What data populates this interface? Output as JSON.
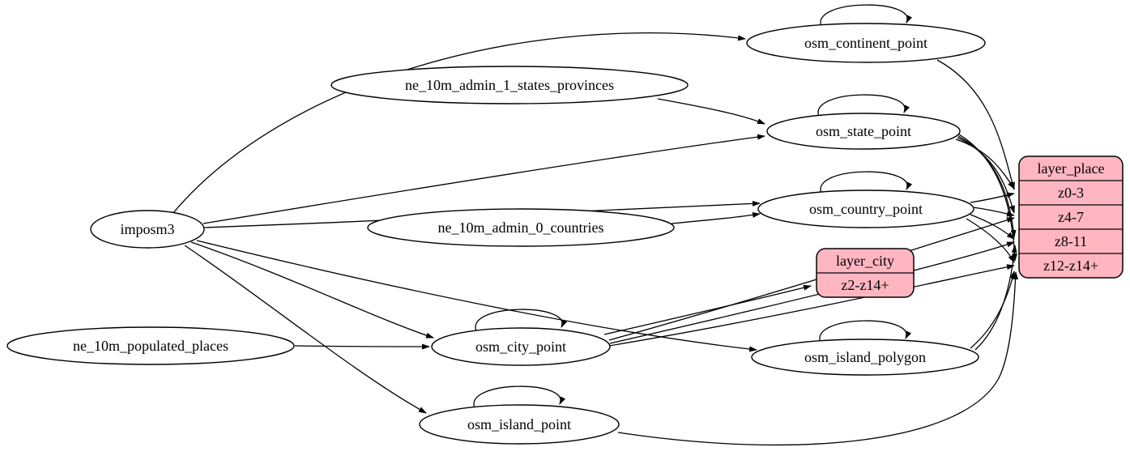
{
  "diagram": {
    "type": "etl-graph",
    "background": "#ffffff",
    "node_fill": "#ffffff",
    "record_fill": "#ffb6c1",
    "stroke_color": "#000000",
    "edge_color": "#000000",
    "nodes": [
      {
        "id": "imposm3",
        "shape": "ellipse",
        "label": "imposm3"
      },
      {
        "id": "ne_10m_admin_1_states_provinces",
        "shape": "ellipse",
        "label": "ne_10m_admin_1_states_provinces"
      },
      {
        "id": "ne_10m_admin_0_countries",
        "shape": "ellipse",
        "label": "ne_10m_admin_0_countries"
      },
      {
        "id": "ne_10m_populated_places",
        "shape": "ellipse",
        "label": "ne_10m_populated_places"
      },
      {
        "id": "osm_continent_point",
        "shape": "ellipse",
        "label": "osm_continent_point"
      },
      {
        "id": "osm_state_point",
        "shape": "ellipse",
        "label": "osm_state_point"
      },
      {
        "id": "osm_country_point",
        "shape": "ellipse",
        "label": "osm_country_point"
      },
      {
        "id": "osm_city_point",
        "shape": "ellipse",
        "label": "osm_city_point"
      },
      {
        "id": "osm_island_polygon",
        "shape": "ellipse",
        "label": "osm_island_polygon"
      },
      {
        "id": "osm_island_point",
        "shape": "ellipse",
        "label": "osm_island_point"
      },
      {
        "id": "layer_city",
        "shape": "record",
        "rows": [
          "layer_city",
          "z2-z14+"
        ]
      },
      {
        "id": "layer_place",
        "shape": "record",
        "rows": [
          "layer_place",
          "z0-3",
          "z4-7",
          "z8-11",
          "z12-z14+"
        ]
      }
    ],
    "edges": [
      {
        "from": "imposm3",
        "to": "osm_continent_point"
      },
      {
        "from": "imposm3",
        "to": "osm_state_point"
      },
      {
        "from": "imposm3",
        "to": "osm_country_point"
      },
      {
        "from": "imposm3",
        "to": "osm_city_point"
      },
      {
        "from": "imposm3",
        "to": "osm_island_polygon"
      },
      {
        "from": "imposm3",
        "to": "osm_island_point"
      },
      {
        "from": "ne_10m_admin_1_states_provinces",
        "to": "osm_state_point"
      },
      {
        "from": "ne_10m_admin_0_countries",
        "to": "osm_country_point"
      },
      {
        "from": "ne_10m_populated_places",
        "to": "osm_city_point"
      },
      {
        "from": "osm_continent_point",
        "to": "osm_continent_point"
      },
      {
        "from": "osm_state_point",
        "to": "osm_state_point"
      },
      {
        "from": "osm_country_point",
        "to": "osm_country_point"
      },
      {
        "from": "osm_city_point",
        "to": "osm_city_point"
      },
      {
        "from": "osm_island_polygon",
        "to": "osm_island_polygon"
      },
      {
        "from": "osm_island_point",
        "to": "osm_island_point"
      },
      {
        "from": "osm_continent_point",
        "to": "layer_place:z0-3"
      },
      {
        "from": "osm_state_point",
        "to": "layer_place:z0-3"
      },
      {
        "from": "osm_state_point",
        "to": "layer_place:z4-7"
      },
      {
        "from": "osm_state_point",
        "to": "layer_place:z8-11"
      },
      {
        "from": "osm_state_point",
        "to": "layer_place:z12-z14+"
      },
      {
        "from": "osm_country_point",
        "to": "layer_place:z0-3"
      },
      {
        "from": "osm_country_point",
        "to": "layer_place:z4-7"
      },
      {
        "from": "osm_country_point",
        "to": "layer_place:z8-11"
      },
      {
        "from": "osm_country_point",
        "to": "layer_place:z12-z14+"
      },
      {
        "from": "osm_city_point",
        "to": "layer_city:z2-z14+"
      },
      {
        "from": "osm_city_point",
        "to": "layer_place:z4-7"
      },
      {
        "from": "osm_city_point",
        "to": "layer_place:z8-11"
      },
      {
        "from": "osm_city_point",
        "to": "layer_place:z12-z14+"
      },
      {
        "from": "osm_island_polygon",
        "to": "layer_place:z8-11"
      },
      {
        "from": "osm_island_polygon",
        "to": "layer_place:z12-z14+"
      },
      {
        "from": "osm_island_point",
        "to": "layer_place:z12-z14+"
      }
    ]
  }
}
